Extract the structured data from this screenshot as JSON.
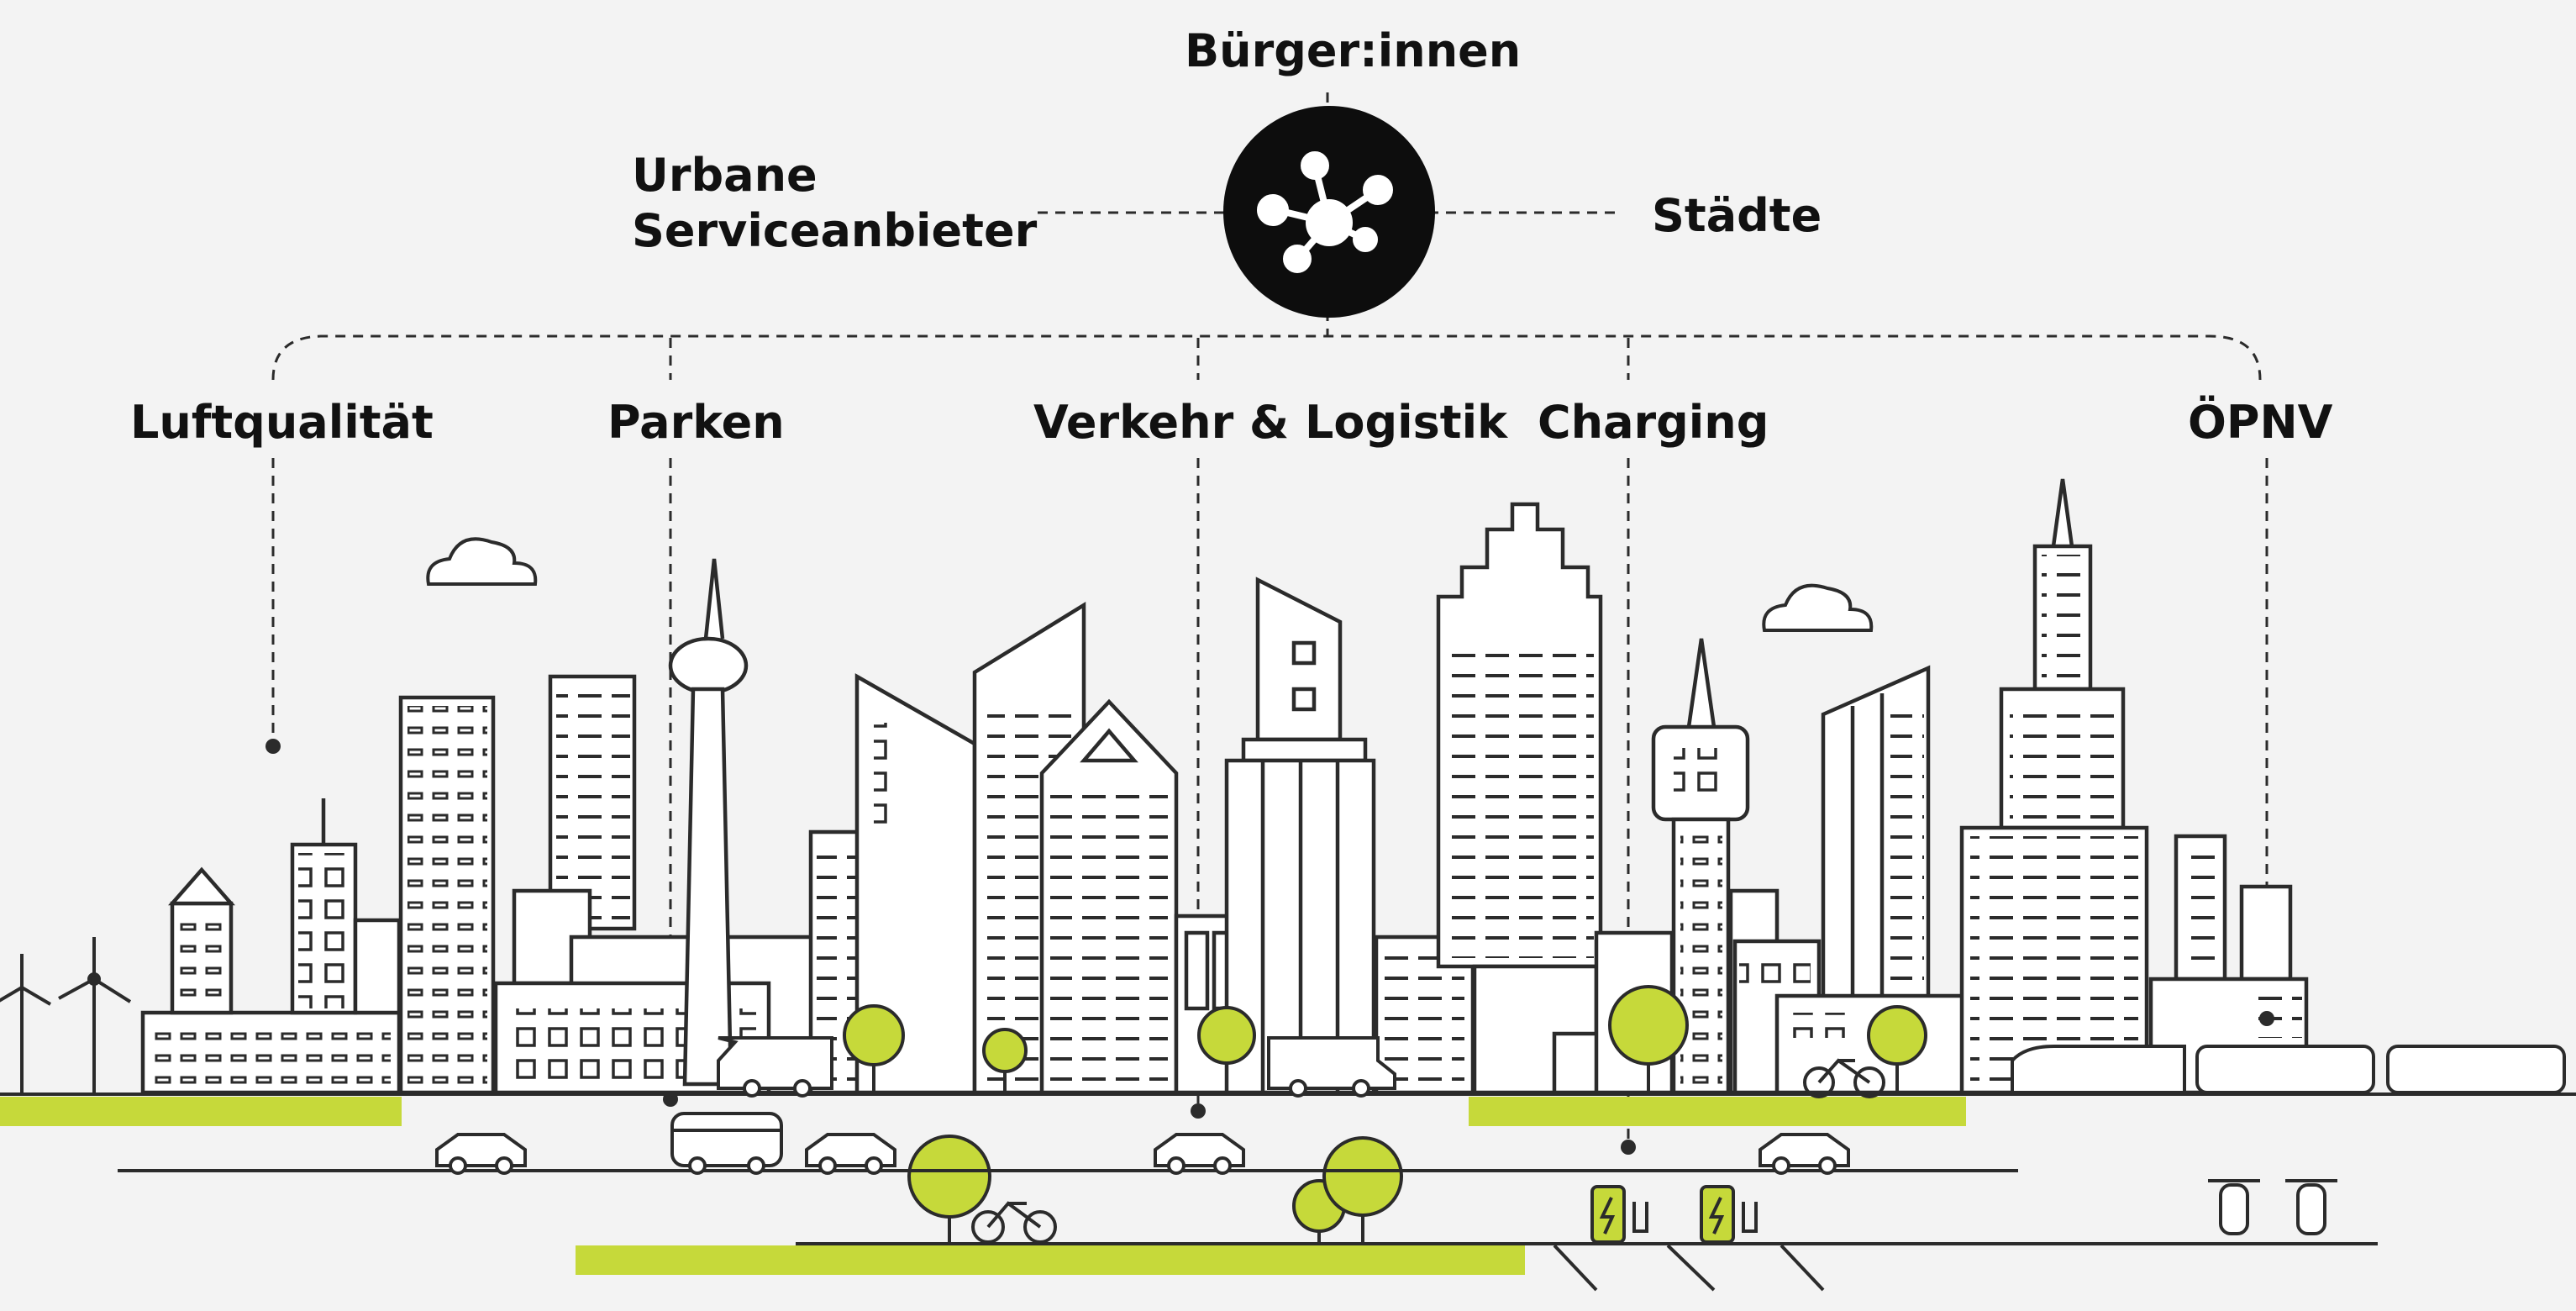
{
  "hub": {
    "top_label": "Bürger:innen",
    "left_label_line1": "Urbane",
    "left_label_line2": "Serviceanbieter",
    "right_label": "Städte",
    "icon": "network-nodes-icon"
  },
  "categories": [
    {
      "id": "luftqualitaet",
      "label": "Luftqualität"
    },
    {
      "id": "parken",
      "label": "Parken"
    },
    {
      "id": "verkehr",
      "label": "Verkehr & Logistik"
    },
    {
      "id": "charging",
      "label": "Charging"
    },
    {
      "id": "oepnv",
      "label": "ÖPNV"
    }
  ],
  "colors": {
    "background": "#f3f3f3",
    "line": "#2b2b2b",
    "accent_green": "#c6d93a",
    "hub_fill": "#0d0d0d",
    "building_fill": "#ffffff"
  }
}
